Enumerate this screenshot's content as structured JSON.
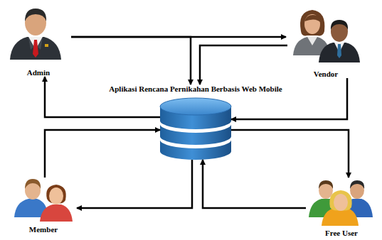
{
  "diagram": {
    "nodes": [
      {
        "text": [
          "Admin"
        ]
      },
      {
        "text": [
          "Vendor"
        ]
      },
      {
        "text": [
          "Aplikasi Rencana Pernikahan Berbasis Web Mobile"
        ]
      },
      {
        "text": [
          "Member"
        ]
      },
      {
        "text": [
          "Free User"
        ]
      }
    ],
    "edges": [
      {
        "from": 0,
        "to": 1,
        "arrow": "to"
      },
      {
        "from": 0,
        "to": 2,
        "arrow": "to"
      },
      {
        "from": 1,
        "to": 2,
        "arrow": "to"
      },
      {
        "from": 1,
        "to": 2,
        "arrow": "to"
      },
      {
        "from": 2,
        "to": 4,
        "arrow": "to"
      },
      {
        "from": 2,
        "to": 0,
        "arrow": "to"
      },
      {
        "from": 3,
        "to": 2,
        "arrow": "to"
      },
      {
        "from": 2,
        "to": 3,
        "arrow": "to"
      },
      {
        "from": 4,
        "to": 2,
        "arrow": "to"
      }
    ]
  }
}
